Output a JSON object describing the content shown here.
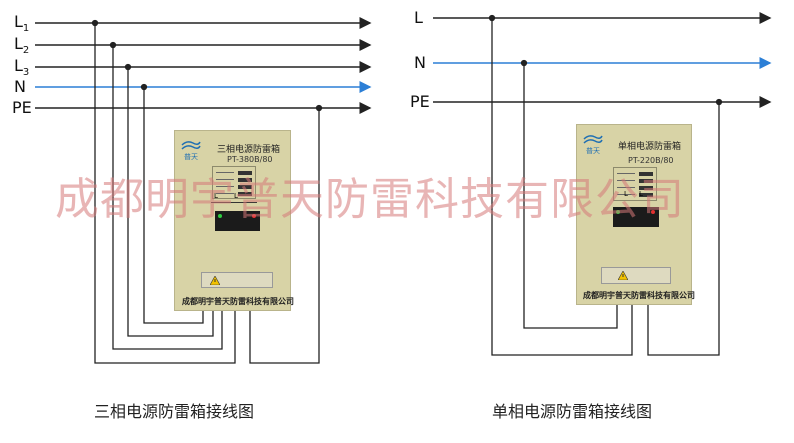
{
  "three_phase": {
    "lines": {
      "l1": "L",
      "l1_sub": "1",
      "l2": "L",
      "l2_sub": "2",
      "l3": "L",
      "l3_sub": "3",
      "n": "N",
      "pe": "PE"
    },
    "box": {
      "brand": "普天",
      "title": "三相电源防雷箱",
      "model": "PT-380B/80",
      "terminals": [
        "L",
        "L"
      ],
      "company": "成都明宇普天防雷科技有限公司"
    },
    "caption": "三相电源防雷箱接线图"
  },
  "single_phase": {
    "lines": {
      "l": "L",
      "n": "N",
      "pe": "PE"
    },
    "box": {
      "brand": "普天",
      "title": "单相电源防雷箱",
      "model": "PT-220B/80",
      "terminals": [
        "L",
        "L"
      ],
      "company": "成都明宇普天防雷科技有限公司"
    },
    "caption": "单相电源防雷箱接线图"
  },
  "watermark": "成都明宇普天防雷科技有限公司",
  "colors": {
    "line": "#222222",
    "neutral": "#2c7fd6",
    "box": "#d8d3a6",
    "watermark": "#d67878"
  }
}
